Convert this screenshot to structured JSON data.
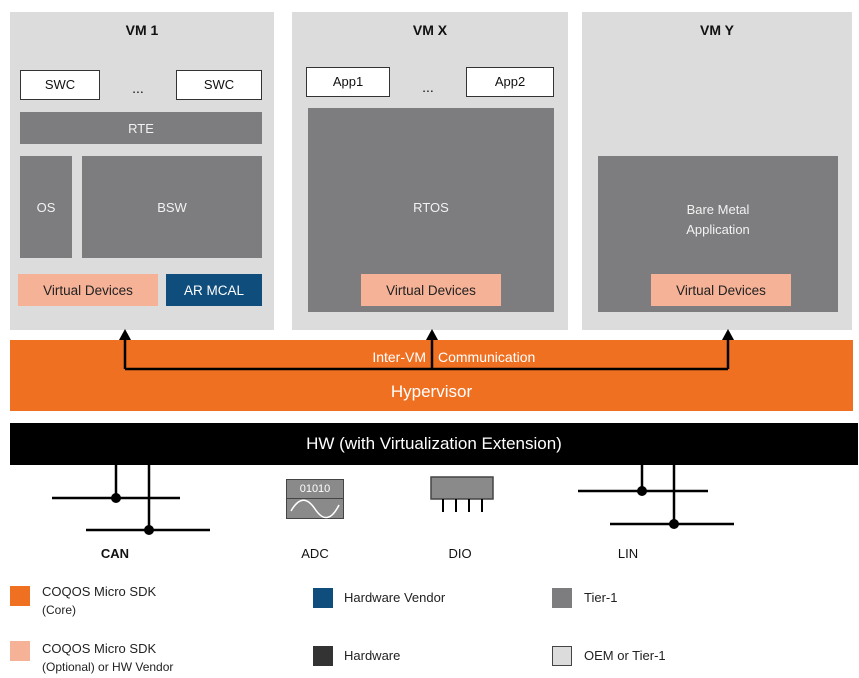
{
  "vms": [
    {
      "title": "VM 1",
      "components": {
        "swc1": "SWC",
        "dots": "...",
        "swc2": "SWC",
        "rte": "RTE",
        "os": "OS",
        "bsw": "BSW",
        "virtual_devices": "Virtual Devices",
        "ar_mcal": "AR MCAL"
      }
    },
    {
      "title": "VM X",
      "components": {
        "app1": "App1",
        "dots": "...",
        "app2": "App2",
        "rtos": "RTOS",
        "virtual_devices": "Virtual Devices"
      }
    },
    {
      "title": "VM Y",
      "components": {
        "bare_metal": "Bare Metal Application",
        "virtual_devices": "Virtual Devices"
      }
    }
  ],
  "hypervisor": {
    "comm_label_1": "Inter-VM",
    "comm_label_2": "Communication",
    "label": "Hypervisor"
  },
  "hardware": {
    "label": "HW (with Virtualization Extension)"
  },
  "peripherals": {
    "can": "CAN",
    "adc": "ADC",
    "adc_code": "01010",
    "dio": "DIO",
    "lin": "LIN"
  },
  "legend": [
    {
      "color": "#f07022",
      "line1": "COQOS Micro SDK",
      "line2": "(Core)"
    },
    {
      "color": "#0f4d7c",
      "line1": "Hardware Vendor",
      "line2": ""
    },
    {
      "color": "#7d7d7f",
      "line1": "Tier-1",
      "line2": ""
    },
    {
      "color": "#f6b297",
      "line1": "COQOS Micro SDK",
      "line2": "(Optional) or HW Vendor"
    },
    {
      "color": "#333333",
      "line1": "Hardware",
      "line2": ""
    },
    {
      "color": "#dcdcdc",
      "line1": "OEM or Tier-1",
      "line2": ""
    }
  ]
}
